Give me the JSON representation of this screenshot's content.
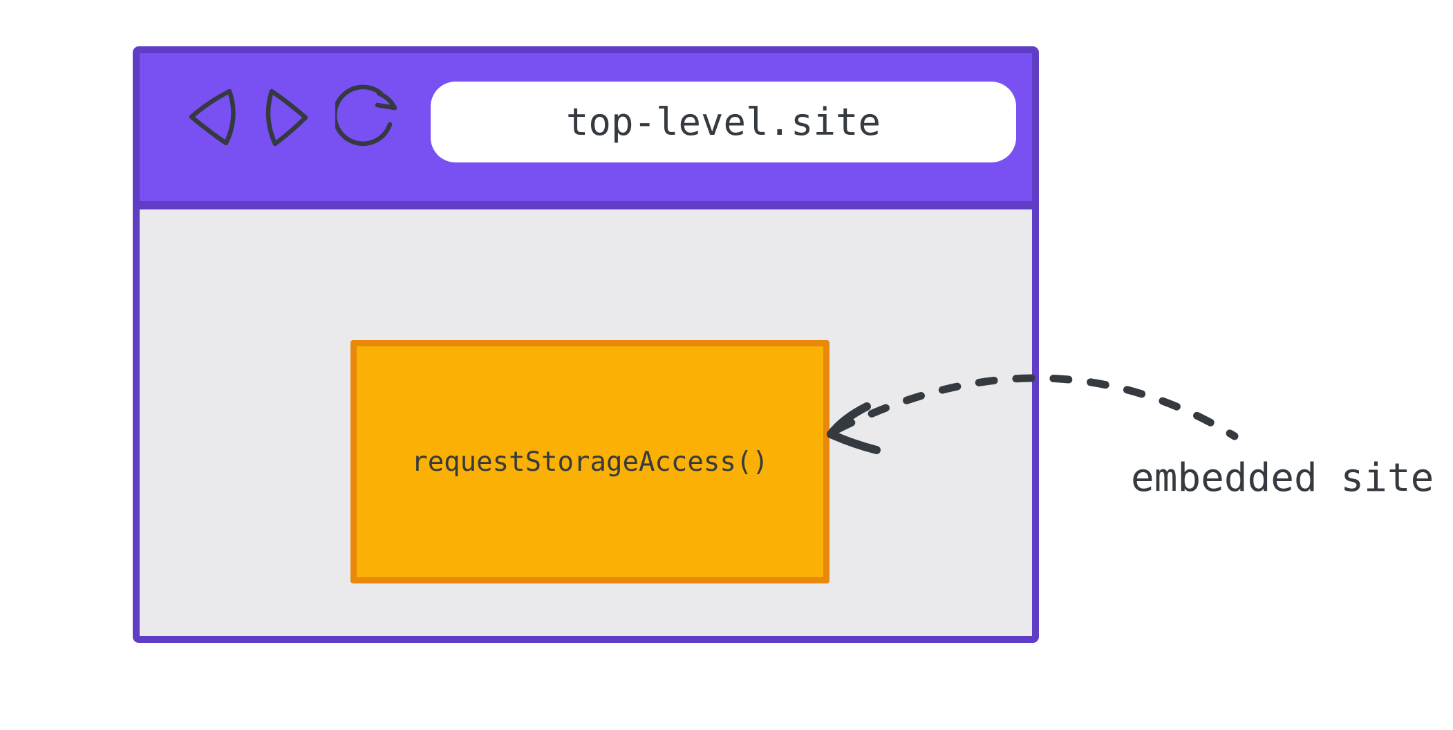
{
  "browser": {
    "address_bar": {
      "value": "top-level.site"
    },
    "toolbar_icons": [
      "back-icon",
      "forward-icon",
      "refresh-icon"
    ]
  },
  "embedded_frame": {
    "label": "requestStorageAccess()"
  },
  "annotation": {
    "label": "embedded site"
  },
  "colors": {
    "canvas-bg": "#ffffff",
    "toolbar": "#7950F2",
    "window-border": "#5F3DC4",
    "page-bg": "#EAEAEC",
    "frame-fill": "#FAB005",
    "frame-border": "#E8890B",
    "ink": "#343A40",
    "address-bar-bg": "#ffffff"
  }
}
